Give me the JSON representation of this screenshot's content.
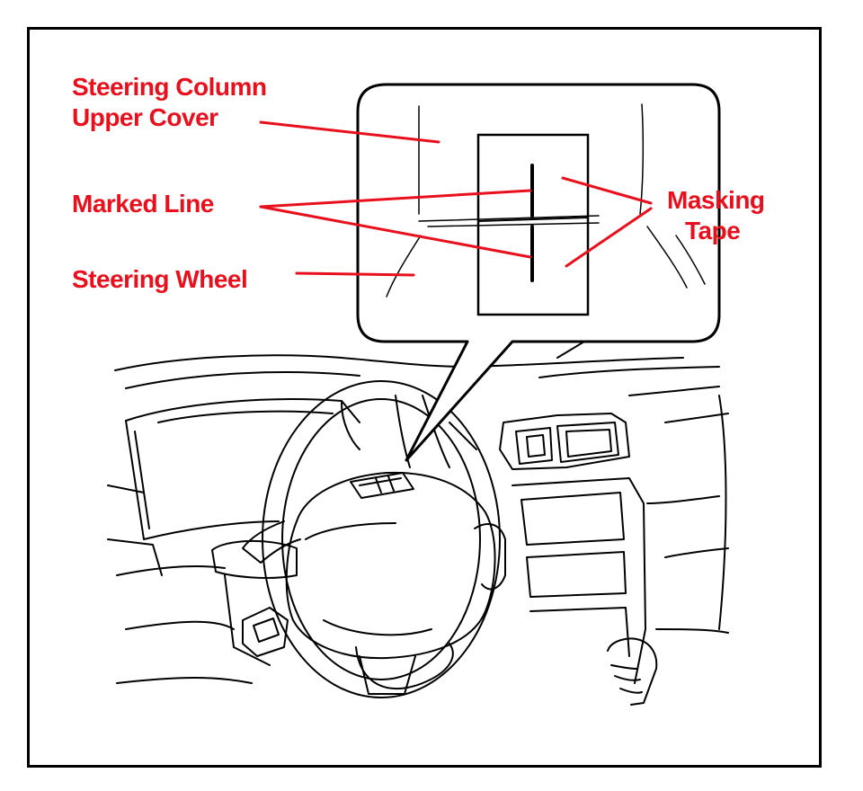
{
  "labels": {
    "steering_column": {
      "line1": "Steering Column",
      "line2": "Upper Cover"
    },
    "marked_line": "Marked Line",
    "steering_wheel": "Steering Wheel",
    "masking_tape": {
      "line1": "Masking",
      "line2": "Tape"
    }
  },
  "colors": {
    "callout": "#e8101c",
    "outline": "#000000",
    "background": "#ffffff"
  }
}
